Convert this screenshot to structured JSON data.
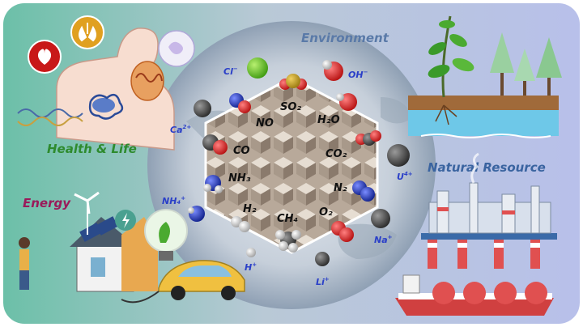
{
  "sections": {
    "health": "Health & Life",
    "environment": "Environment",
    "energy": "Energy",
    "resource": "Natural Resource"
  },
  "molecules": {
    "so2": "SO₂",
    "no": "NO",
    "h2o": "H₂O",
    "co": "CO",
    "co2": "CO₂",
    "nh3": "NH₃",
    "n2": "N₂",
    "h2": "H₂",
    "ch4": "CH₄",
    "o2": "O₂"
  },
  "ions": {
    "cl": {
      "base": "Cl",
      "sup": "−"
    },
    "oh": {
      "base": "OH",
      "sup": "−"
    },
    "ca": {
      "base": "Ca",
      "sup": "2+"
    },
    "u": {
      "base": "U",
      "sup": "4+"
    },
    "nh4": {
      "base": "NH₄",
      "sup": "+"
    },
    "na": {
      "base": "Na",
      "sup": "+"
    },
    "h": {
      "base": "H",
      "sup": "+"
    },
    "li": {
      "base": "Li",
      "sup": "+"
    }
  },
  "colors": {
    "health_title": "#2e8b2e",
    "environment_title": "#5a7aa8",
    "energy_title": "#9a1a5a",
    "resource_title": "#3a64a0",
    "ion_text": "#2a3fc8"
  }
}
